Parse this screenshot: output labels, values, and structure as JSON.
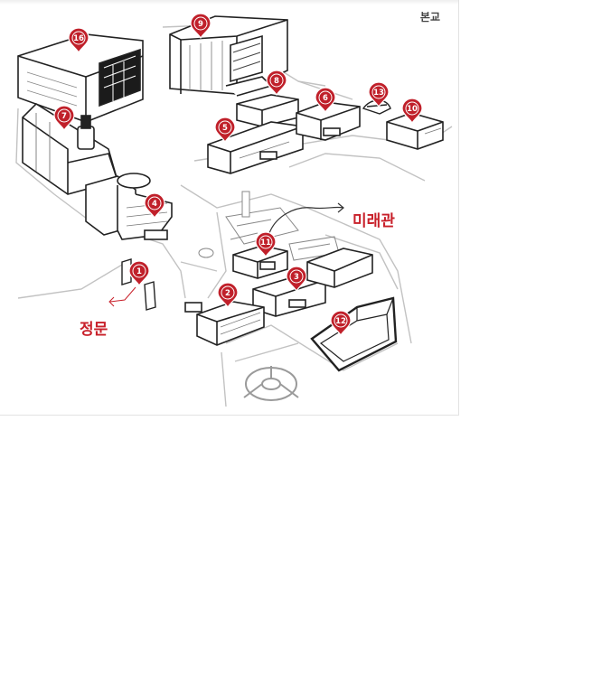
{
  "campus": {
    "name": "본교"
  },
  "annotations": {
    "mirae": "미래관",
    "main_gate": "정문"
  },
  "markers": [
    "1",
    "2",
    "3",
    "4",
    "5",
    "6",
    "7",
    "8",
    "9",
    "10",
    "11",
    "12",
    "13",
    "16"
  ],
  "colors": {
    "marker": "#c0202a",
    "annotation": "#c8202a",
    "outline": "#222222",
    "road": "#bdbdbd"
  }
}
